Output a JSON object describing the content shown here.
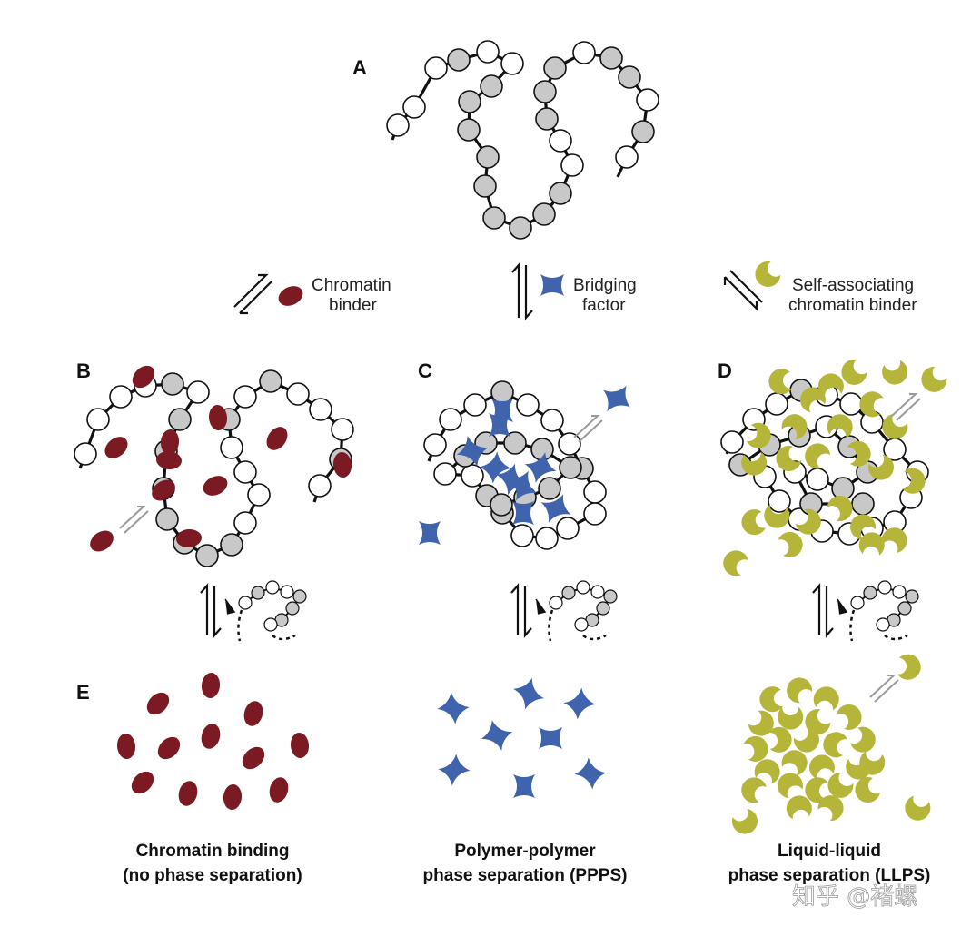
{
  "panels": {
    "a": "A",
    "b": "B",
    "c": "C",
    "d": "D",
    "e": "E"
  },
  "legend": {
    "binder_line1": "Chromatin",
    "binder_line2": "binder",
    "bridging_line1": "Bridging",
    "bridging_line2": "factor",
    "selfassoc_line1": "Self-associating",
    "selfassoc_line2": "chromatin binder"
  },
  "captions": {
    "left_line1": "Chromatin binding",
    "left_line2": "(no phase separation)",
    "middle_line1": "Polymer-polymer",
    "middle_line2": "phase separation (PPPS)",
    "right_line1": "Liquid-liquid",
    "right_line2": "phase separation (LLPS)"
  },
  "watermark": "知乎 @褚螺",
  "colors": {
    "binder": "#7b1a22",
    "bridging": "#3f63ad",
    "selfassoc": "#b5b53a",
    "nucleosome_gray": "#c8c8c8",
    "nucleosome_white": "#ffffff",
    "line": "#111111",
    "arrow_gray": "#9a9a9a"
  }
}
